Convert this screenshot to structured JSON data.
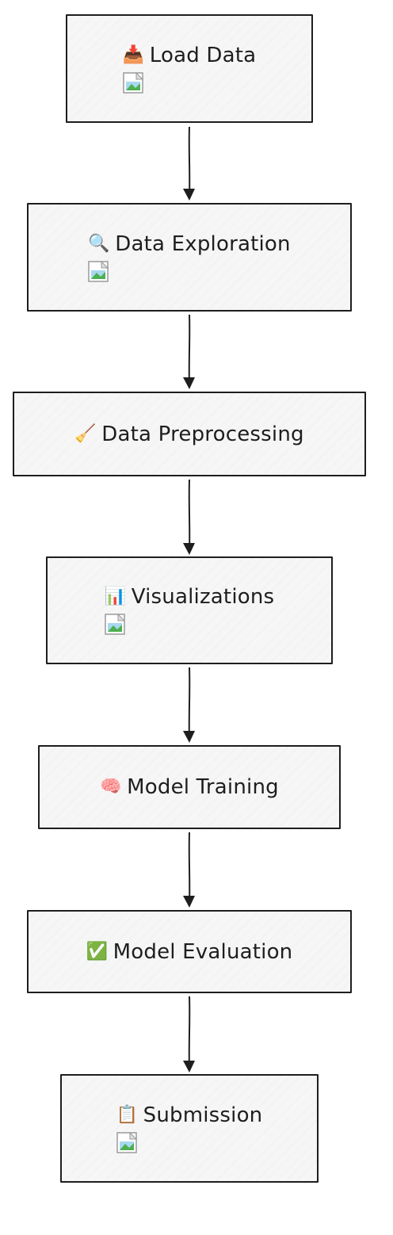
{
  "nodes": [
    {
      "label": "Load Data",
      "icon": "inbox-tray-icon",
      "glyph": "📥",
      "has_image": true
    },
    {
      "label": "Data Exploration",
      "icon": "magnifier-icon",
      "glyph": "🔍",
      "has_image": true
    },
    {
      "label": "Data Preprocessing",
      "icon": "broom-icon",
      "glyph": "🧹",
      "has_image": false
    },
    {
      "label": "Visualizations",
      "icon": "bar-chart-icon",
      "glyph": "📊",
      "has_image": true
    },
    {
      "label": "Model Training",
      "icon": "brain-icon",
      "glyph": "🧠",
      "has_image": false
    },
    {
      "label": "Model Evaluation",
      "icon": "check-mark-icon",
      "glyph": "✅",
      "has_image": false
    },
    {
      "label": "Submission",
      "icon": "clipboard-icon",
      "glyph": "📋",
      "has_image": true
    }
  ],
  "colors": {
    "stroke": "#1e1e1e",
    "fill": "#f6f6f6"
  }
}
